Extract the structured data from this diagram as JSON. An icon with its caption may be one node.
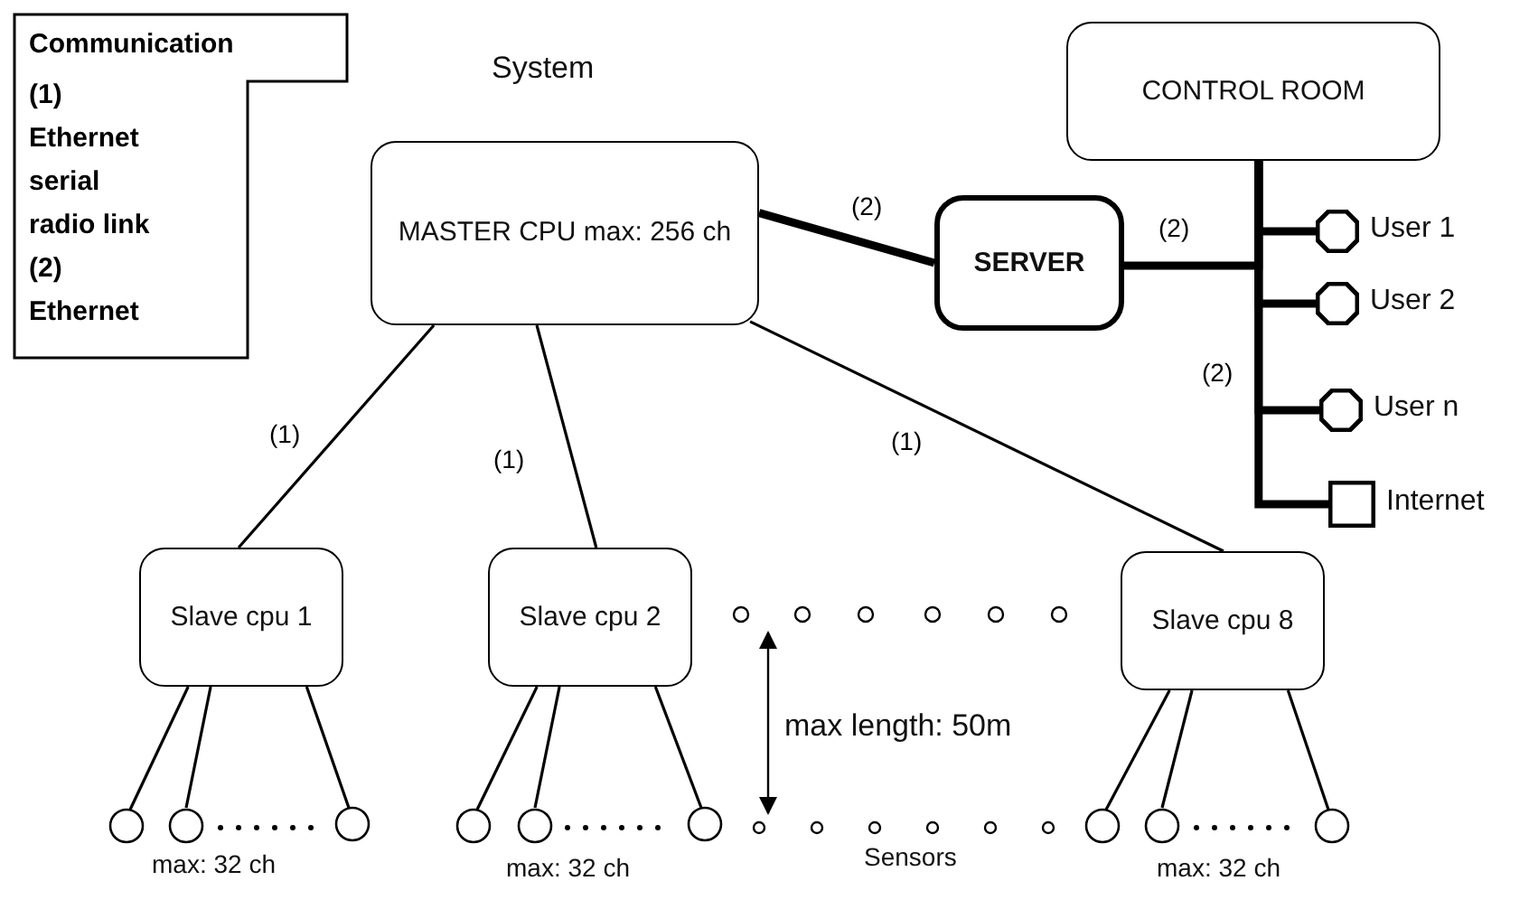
{
  "diagram": {
    "title": "System",
    "nodes": [
      {
        "text": [
          "MASTER CPU max: 256 ch"
        ]
      },
      {
        "text": [
          "SERVER"
        ]
      },
      {
        "text": [
          "CONTROL ROOM"
        ]
      },
      {
        "text": [],
        "shape": "octagon",
        "beside": [
          "User 1"
        ]
      },
      {
        "text": [],
        "shape": "octagon",
        "beside": [
          "User 2"
        ]
      },
      {
        "text": [],
        "shape": "octagon",
        "beside": [
          "User n"
        ]
      },
      {
        "text": [],
        "shape": "box",
        "beside": [
          "Internet"
        ]
      },
      {
        "text": [
          "Slave cpu 1"
        ]
      },
      {
        "text": [
          "Slave cpu 2"
        ]
      },
      {
        "text": [
          "Slave cpu 8"
        ]
      },
      {
        "text": [],
        "shape": "circle"
      },
      {
        "text": [],
        "shape": "circle"
      },
      {
        "text": [],
        "shape": "circle"
      },
      {
        "text": [],
        "shape": "circle"
      },
      {
        "text": [],
        "shape": "circle"
      },
      {
        "text": [],
        "shape": "circle"
      },
      {
        "text": [],
        "shape": "circle"
      },
      {
        "text": [],
        "shape": "circle"
      },
      {
        "text": [],
        "shape": "circle"
      }
    ],
    "edges": [
      {
        "from": 0,
        "to": 1,
        "arrow": "none",
        "label": "(2)",
        "style": "thick"
      },
      {
        "from": 1,
        "to": 2,
        "arrow": "none",
        "label": "(2)",
        "style": "thick"
      },
      {
        "from": 2,
        "to": 3,
        "arrow": "none",
        "style": "thick"
      },
      {
        "from": 2,
        "to": 4,
        "arrow": "none",
        "style": "thick"
      },
      {
        "from": 2,
        "to": 5,
        "arrow": "none",
        "label": "(2)",
        "style": "thick"
      },
      {
        "from": 2,
        "to": 6,
        "arrow": "none",
        "style": "thick"
      },
      {
        "from": 0,
        "to": 7,
        "arrow": "none",
        "label": "(1)"
      },
      {
        "from": 0,
        "to": 8,
        "arrow": "none",
        "label": "(1)"
      },
      {
        "from": 0,
        "to": 9,
        "arrow": "none",
        "label": "(1)"
      },
      {
        "from": 7,
        "to": 10,
        "arrow": "none"
      },
      {
        "from": 7,
        "to": 11,
        "arrow": "none"
      },
      {
        "from": 7,
        "to": 12,
        "arrow": "none"
      },
      {
        "from": 8,
        "to": 13,
        "arrow": "none"
      },
      {
        "from": 8,
        "to": 14,
        "arrow": "none"
      },
      {
        "from": 8,
        "to": 15,
        "arrow": "none"
      },
      {
        "from": 9,
        "to": 16,
        "arrow": "none"
      },
      {
        "from": 9,
        "to": 17,
        "arrow": "none"
      },
      {
        "from": 9,
        "to": 18,
        "arrow": "none"
      }
    ],
    "labels": [
      "Communication",
      "(1)",
      "Ethernet",
      "serial",
      "radio link",
      "(2)",
      "Ethernet",
      "max length: 50m",
      "max: 32 ch",
      "max: 32 ch",
      "Sensors",
      "max: 32 ch"
    ]
  }
}
